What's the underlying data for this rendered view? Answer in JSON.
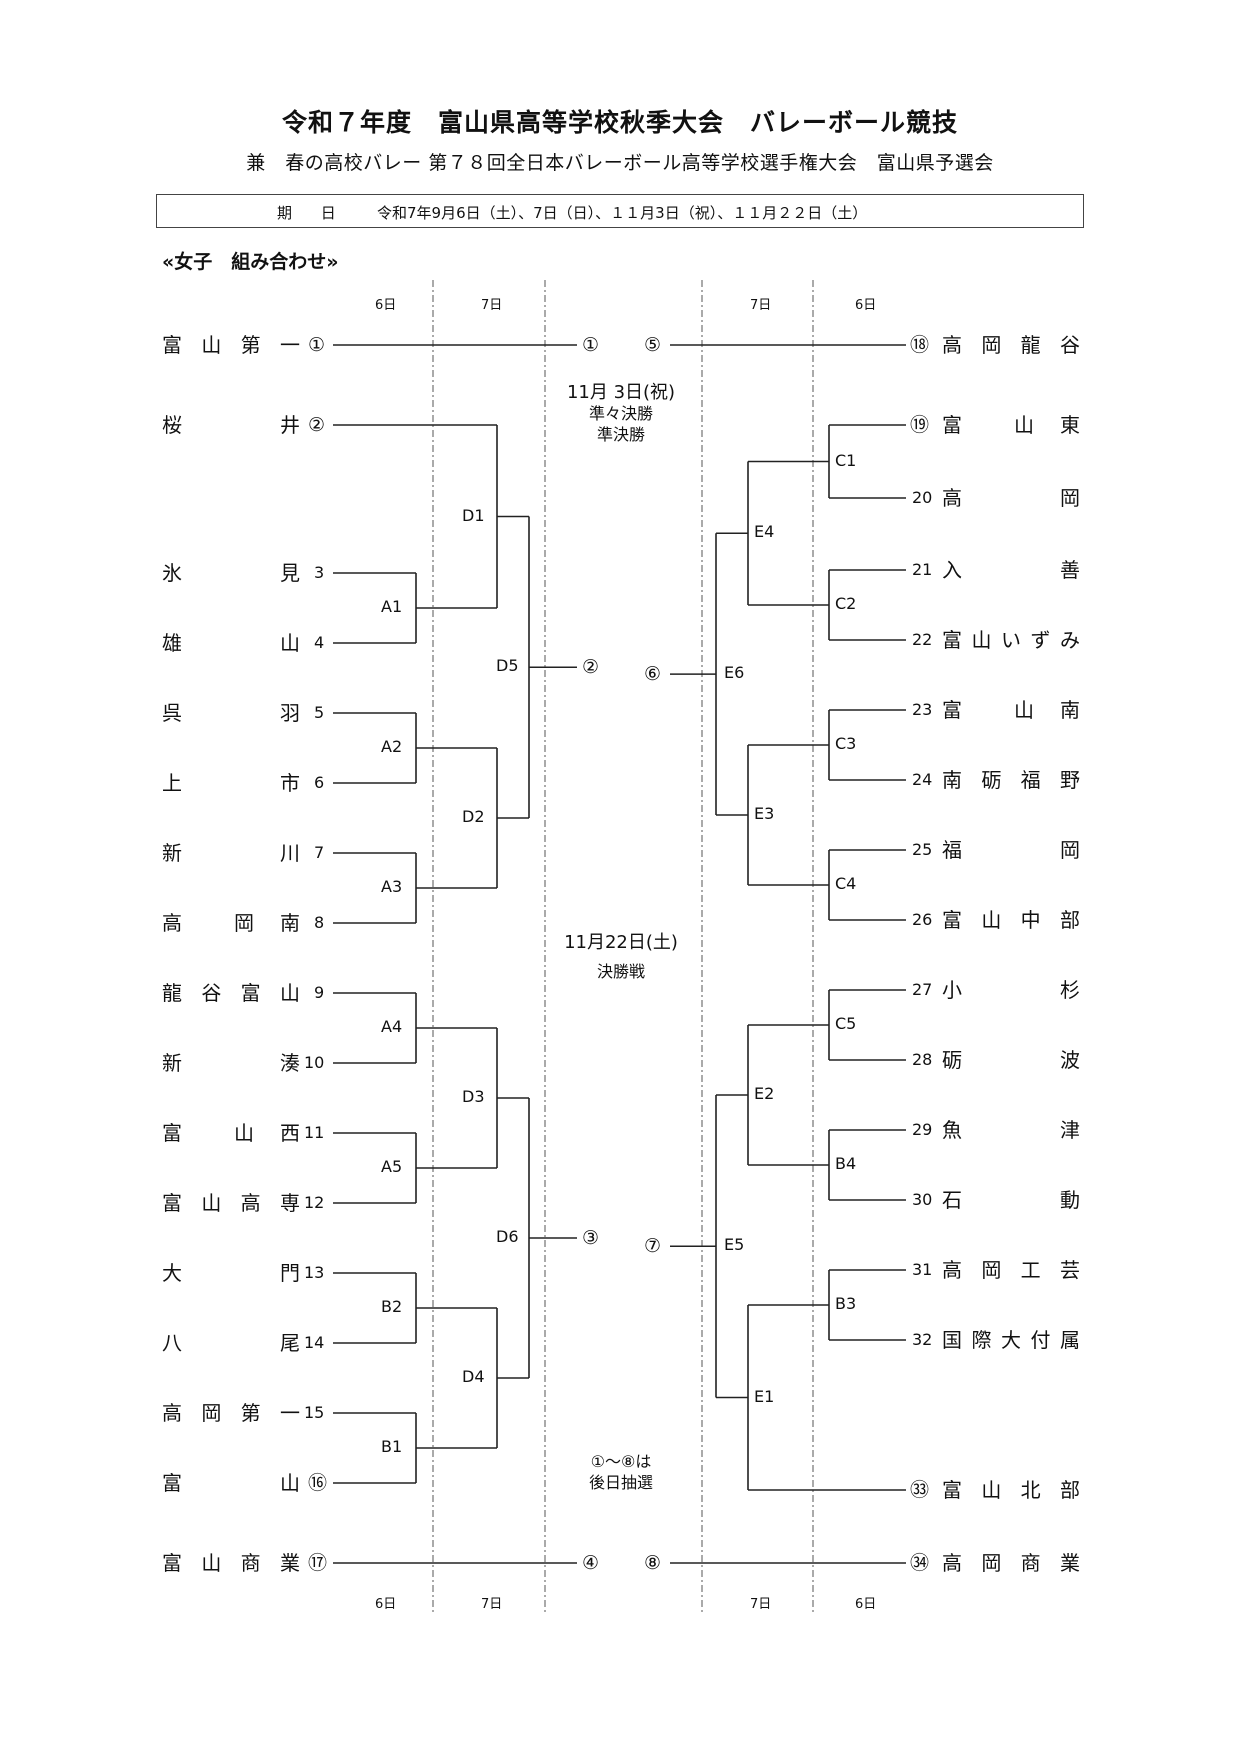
{
  "header": {
    "title": "令和７年度　富山県高等学校秋季大会　バレーボール競技",
    "subtitle": "兼　春の高校バレー 第７８回全日本バレーボール高等学校選手権大会　富山県予選会",
    "date_label": "期 日",
    "date_value": "令和7年9月6日（土）、7日（日）、１１月3日（祝）、１１月２２日（土）",
    "section": "«女子　組み合わせ»"
  },
  "day_labels": {
    "left_round1": "6日",
    "left_round2": "7日",
    "right_round2": "7日",
    "right_round1": "6日"
  },
  "notes": {
    "semis_date": "11月 3日(祝)",
    "semis_line1": "準々決勝",
    "semis_line2": "準決勝",
    "final_date": "11月22日(土)",
    "final_label": "決勝戦",
    "draw_line1": "①～⑧は",
    "draw_line2": "後日抽選"
  },
  "left_teams": [
    {
      "no": "①",
      "name": [
        "富",
        "山",
        "第",
        "一"
      ]
    },
    {
      "no": "②",
      "name": [
        "桜",
        "",
        "",
        "井"
      ]
    },
    {
      "no": "3",
      "name": [
        "氷",
        "",
        "",
        "見"
      ]
    },
    {
      "no": "4",
      "name": [
        "雄",
        "",
        "",
        "山"
      ]
    },
    {
      "no": "5",
      "name": [
        "呉",
        "",
        "",
        "羽"
      ]
    },
    {
      "no": "6",
      "name": [
        "上",
        "",
        "",
        "市"
      ]
    },
    {
      "no": "7",
      "name": [
        "新",
        "",
        "",
        "川"
      ]
    },
    {
      "no": "8",
      "name": [
        "高",
        "",
        "岡",
        "南"
      ]
    },
    {
      "no": "9",
      "name": [
        "龍",
        "谷",
        "富",
        "山"
      ]
    },
    {
      "no": "10",
      "name": [
        "新",
        "",
        "",
        "湊"
      ]
    },
    {
      "no": "11",
      "name": [
        "富",
        "",
        "山",
        "西"
      ]
    },
    {
      "no": "12",
      "name": [
        "富",
        "山",
        "高",
        "専"
      ]
    },
    {
      "no": "13",
      "name": [
        "大",
        "",
        "",
        "門"
      ]
    },
    {
      "no": "14",
      "name": [
        "八",
        "",
        "",
        "尾"
      ]
    },
    {
      "no": "15",
      "name": [
        "高",
        "岡",
        "第",
        "一"
      ]
    },
    {
      "no": "⑯",
      "name": [
        "富",
        "",
        "",
        "山"
      ]
    },
    {
      "no": "⑰",
      "name": [
        "富",
        "山",
        "商",
        "業"
      ]
    }
  ],
  "right_teams": [
    {
      "no": "⑱",
      "name": [
        "高",
        "岡",
        "龍",
        "谷"
      ]
    },
    {
      "no": "⑲",
      "name": [
        "富",
        "",
        "山",
        "東"
      ]
    },
    {
      "no": "20",
      "name": [
        "高",
        "",
        "",
        "岡"
      ]
    },
    {
      "no": "21",
      "name": [
        "入",
        "",
        "",
        "善"
      ]
    },
    {
      "no": "22",
      "name": [
        "富",
        "山",
        "い",
        "ず",
        "み"
      ]
    },
    {
      "no": "23",
      "name": [
        "富",
        "",
        "山",
        "南"
      ]
    },
    {
      "no": "24",
      "name": [
        "南",
        "砺",
        "福",
        "野"
      ]
    },
    {
      "no": "25",
      "name": [
        "福",
        "",
        "",
        "岡"
      ]
    },
    {
      "no": "26",
      "name": [
        "富",
        "山",
        "中",
        "部"
      ]
    },
    {
      "no": "27",
      "name": [
        "小",
        "",
        "",
        "杉"
      ]
    },
    {
      "no": "28",
      "name": [
        "砺",
        "",
        "",
        "波"
      ]
    },
    {
      "no": "29",
      "name": [
        "魚",
        "",
        "",
        "津"
      ]
    },
    {
      "no": "30",
      "name": [
        "石",
        "",
        "",
        "動"
      ]
    },
    {
      "no": "31",
      "name": [
        "高",
        "岡",
        "工",
        "芸"
      ]
    },
    {
      "no": "32",
      "name": [
        "国",
        "際",
        "大",
        "付",
        "属"
      ]
    },
    {
      "no": "㉝",
      "name": [
        "富",
        "山",
        "北",
        "部"
      ]
    },
    {
      "no": "㉞",
      "name": [
        "高",
        "岡",
        "商",
        "業"
      ]
    }
  ],
  "matches": {
    "A1": "A1",
    "A2": "A2",
    "A3": "A3",
    "A4": "A4",
    "A5": "A5",
    "B1": "B1",
    "B2": "B2",
    "B3": "B3",
    "B4": "B4",
    "C1": "C1",
    "C2": "C2",
    "C3": "C3",
    "C4": "C4",
    "C5": "C5",
    "D1": "D1",
    "D2": "D2",
    "D3": "D3",
    "D4": "D4",
    "D5": "D5",
    "D6": "D6",
    "E1": "E1",
    "E2": "E2",
    "E3": "E3",
    "E4": "E4",
    "E5": "E5",
    "E6": "E6"
  },
  "slots": {
    "left": [
      "①",
      "②",
      "③",
      "④"
    ],
    "right": [
      "⑤",
      "⑥",
      "⑦",
      "⑧"
    ]
  }
}
